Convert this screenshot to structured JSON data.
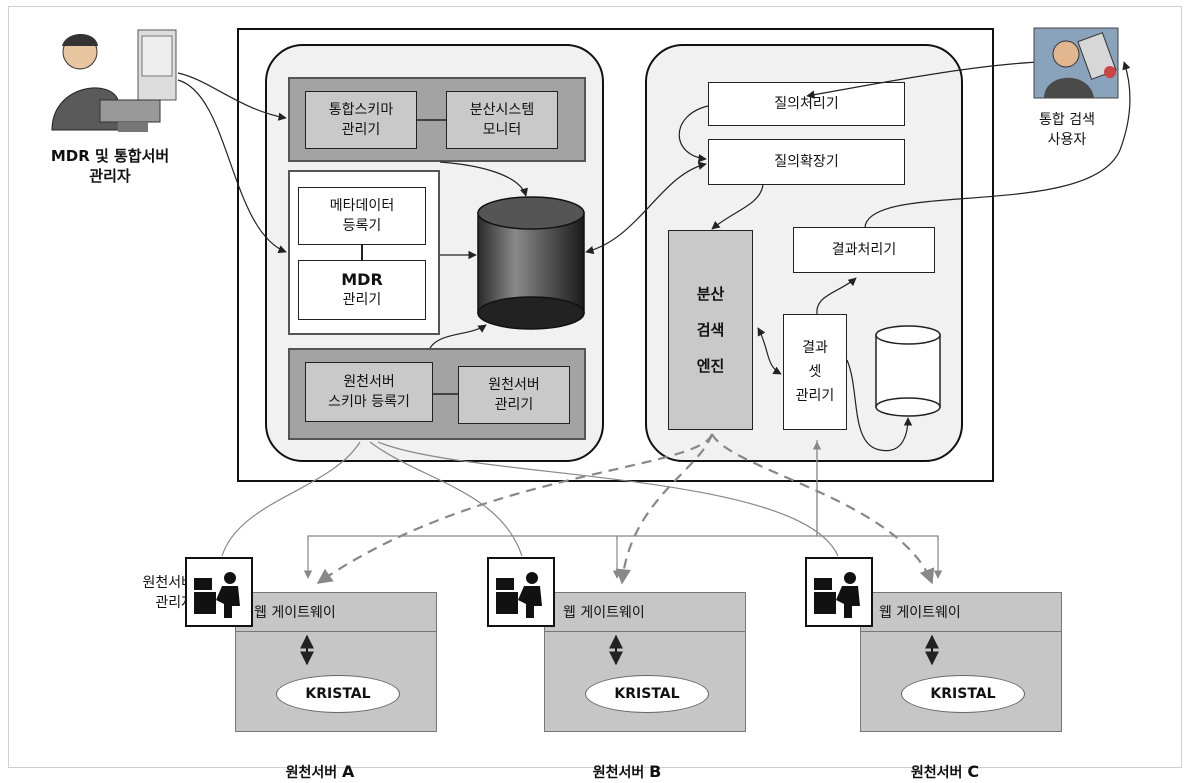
{
  "actors": {
    "mdr_admin": "MDR 및 통합서버\n관리자",
    "search_user": "통합 검색\n사용자",
    "source_admin": "원천서버\n관리자"
  },
  "left_panel": {
    "integrated_schema_manager": "통합스키마\n관리기",
    "distributed_system_monitor": "분산시스템\n모니터",
    "metadata_registrar": "메타데이터\n등록기",
    "mdr_manager_title": "MDR",
    "mdr_manager_sub": "관리기",
    "source_schema_registrar": "원천서버\n스키마 등록기",
    "source_server_manager": "원천서버\n관리기"
  },
  "right_panel": {
    "query_processor": "질의처리기",
    "query_expander": "질의확장기",
    "result_processor": "결과처리기",
    "distributed_search_engine": "분산\n\n검색\n\n엔진",
    "result_set_manager": "결과\n셋\n관리기"
  },
  "servers": [
    {
      "gateway": "웹 게이트웨이",
      "kristal": "KRISTAL",
      "name": "원천서버",
      "letter": "A"
    },
    {
      "gateway": "웹 게이트웨이",
      "kristal": "KRISTAL",
      "name": "원천서버",
      "letter": "B"
    },
    {
      "gateway": "웹 게이트웨이",
      "kristal": "KRISTAL",
      "name": "원천서버",
      "letter": "C"
    }
  ]
}
